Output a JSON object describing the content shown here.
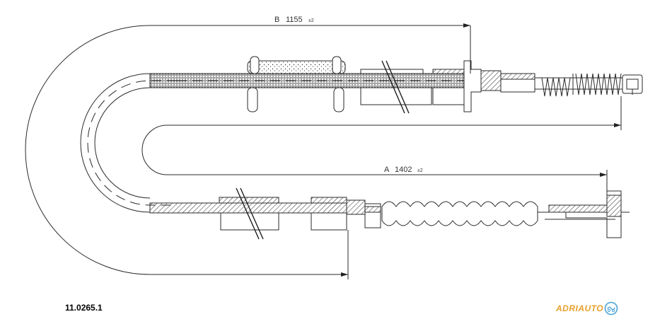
{
  "part_number": "11.0265.1",
  "brand": {
    "name": "ADRIAUTO",
    "color": "#e8a12a",
    "logo_icon": "adriauto-logo-icon"
  },
  "dimensions": {
    "B": {
      "letter": "B",
      "value": "1155",
      "tolerance": "±2"
    },
    "A": {
      "letter": "A",
      "value": "1402",
      "tolerance": "±2"
    }
  }
}
